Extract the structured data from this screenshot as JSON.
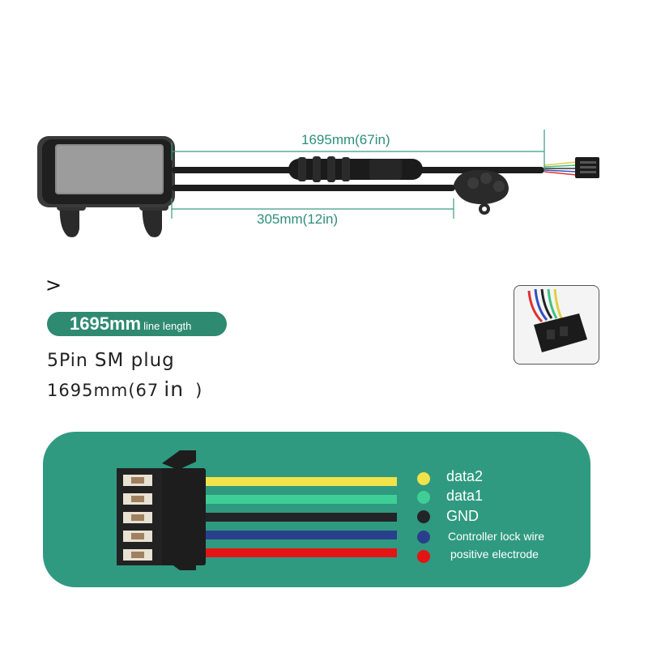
{
  "dimensions": {
    "long_cable": "1695mm(67in)",
    "short_cable": "305mm(12in)"
  },
  "arrow": ">",
  "badge": {
    "length": "1695mm",
    "suffix": "line length"
  },
  "spec": {
    "line1_pin": "5Pin",
    "line1_plug": "SM plug",
    "line2_value": "1695mm(67",
    "line2_unit": "in",
    "line2_close": ")"
  },
  "wires": [
    {
      "label": "data2",
      "color": "#f2e24a"
    },
    {
      "label": "data1",
      "color": "#3fcf95"
    },
    {
      "label": "GND",
      "color": "#222428"
    },
    {
      "label": "Controller lock wire",
      "color": "#2a3f8c"
    },
    {
      "label": "positive electrode",
      "color": "#e51414"
    }
  ]
}
